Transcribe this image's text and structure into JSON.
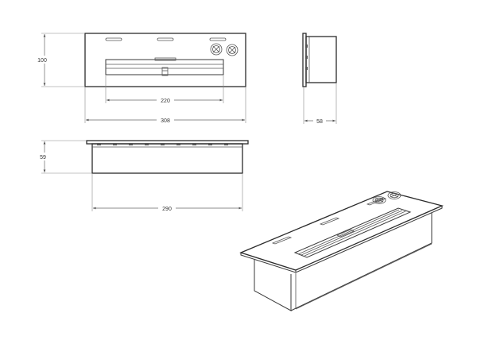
{
  "dimensions": {
    "top_width": "308",
    "top_depth": "100",
    "slot_width": "220",
    "side_depth": "58",
    "front_height": "59",
    "front_width": "290"
  },
  "colors": {
    "line": "#3a3a3a",
    "dimension": "#666666",
    "background": "#ffffff"
  }
}
